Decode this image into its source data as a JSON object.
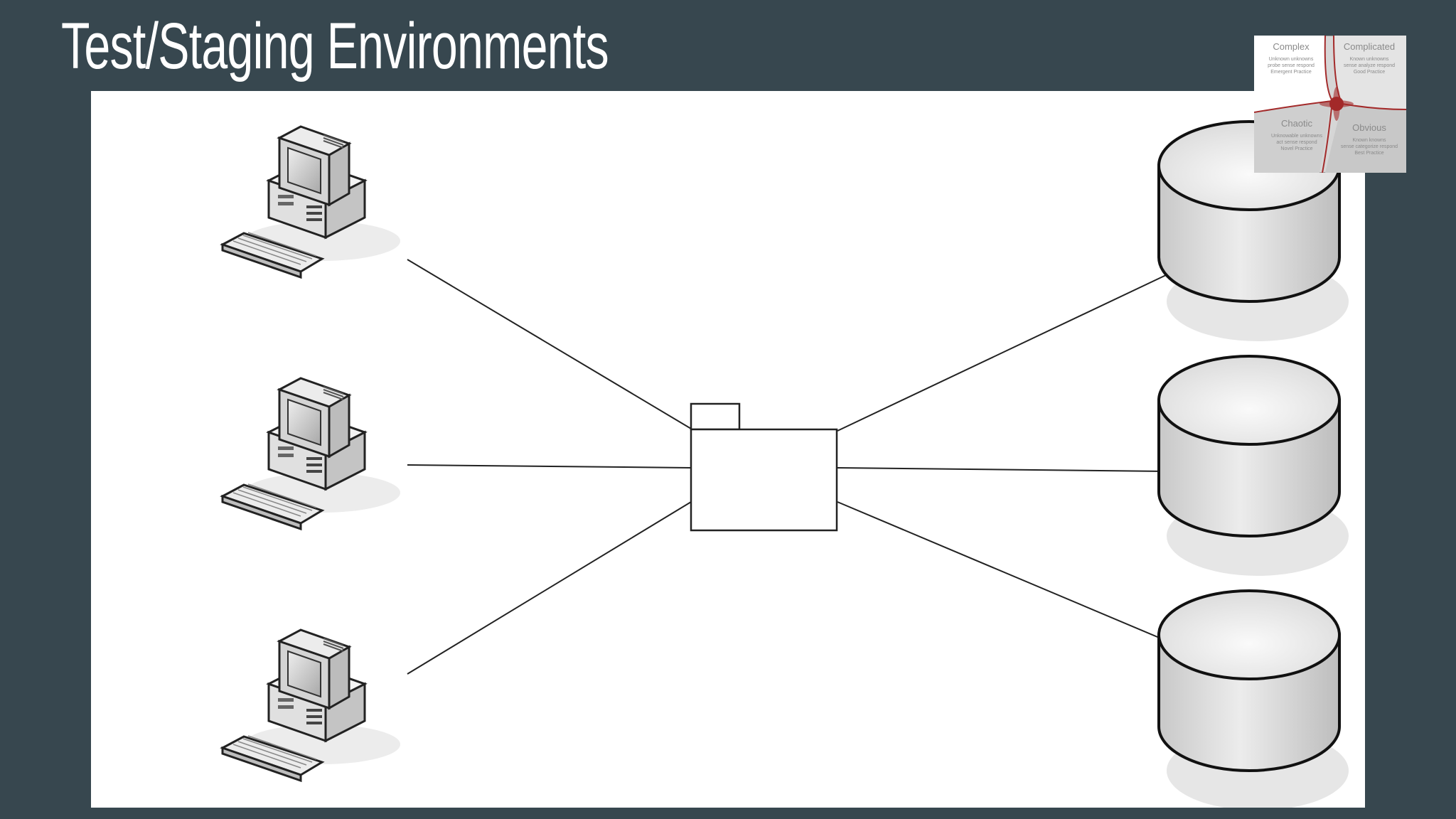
{
  "slide": {
    "title": "Test/Staging Environments",
    "background": "#37474f"
  },
  "diagram": {
    "clients": [
      {
        "type": "workstation",
        "icon": "computer-icon"
      },
      {
        "type": "workstation",
        "icon": "computer-icon"
      },
      {
        "type": "workstation",
        "icon": "computer-icon"
      }
    ],
    "hub": {
      "type": "folder",
      "icon": "folder-icon"
    },
    "databases": [
      {
        "type": "database",
        "icon": "database-cylinder-icon"
      },
      {
        "type": "database",
        "icon": "database-cylinder-icon"
      },
      {
        "type": "database",
        "icon": "database-cylinder-icon"
      }
    ]
  },
  "cynefin": {
    "quadrants": [
      {
        "title": "Complex",
        "desc": [
          "Unknown unknowns",
          "probe sense respond",
          "Emergent Practice"
        ]
      },
      {
        "title": "Complicated",
        "desc": [
          "Known unknowns",
          "sense analyze respond",
          "Good Practice"
        ]
      },
      {
        "title": "Chaotic",
        "desc": [
          "Unknowable unknowns",
          "act sense respond",
          "Novel Practice"
        ]
      },
      {
        "title": "Obvious",
        "desc": [
          "Known knowns",
          "sense categorize respond",
          "Best Practice"
        ]
      }
    ],
    "accent": "#a32a2a"
  }
}
